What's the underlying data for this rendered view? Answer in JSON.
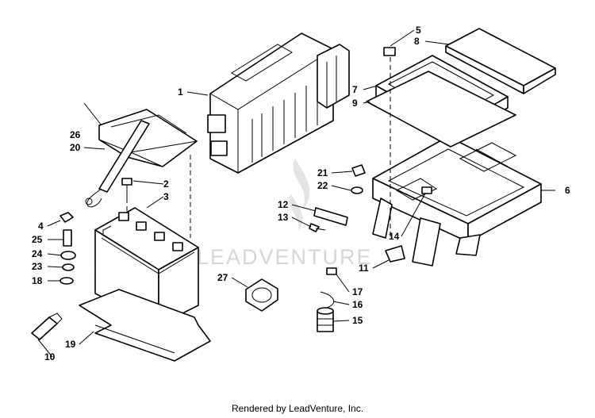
{
  "watermark": "LEADVENTURE",
  "footer": "Rendered by LeadVenture, Inc.",
  "callouts": [
    {
      "id": "c1",
      "label": "1"
    },
    {
      "id": "c2",
      "label": "2"
    },
    {
      "id": "c3",
      "label": "3"
    },
    {
      "id": "c4",
      "label": "4"
    },
    {
      "id": "c5",
      "label": "5"
    },
    {
      "id": "c6",
      "label": "6"
    },
    {
      "id": "c7",
      "label": "7"
    },
    {
      "id": "c8",
      "label": "8"
    },
    {
      "id": "c9",
      "label": "9"
    },
    {
      "id": "c10",
      "label": "10"
    },
    {
      "id": "c11",
      "label": "11"
    },
    {
      "id": "c12",
      "label": "12"
    },
    {
      "id": "c13",
      "label": "13"
    },
    {
      "id": "c14",
      "label": "14"
    },
    {
      "id": "c15",
      "label": "15"
    },
    {
      "id": "c16",
      "label": "16"
    },
    {
      "id": "c17",
      "label": "17"
    },
    {
      "id": "c18",
      "label": "18"
    },
    {
      "id": "c19",
      "label": "19"
    },
    {
      "id": "c20",
      "label": "20"
    },
    {
      "id": "c21",
      "label": "21"
    },
    {
      "id": "c22",
      "label": "22"
    },
    {
      "id": "c23",
      "label": "23"
    },
    {
      "id": "c24",
      "label": "24"
    },
    {
      "id": "c25",
      "label": "25"
    },
    {
      "id": "c26",
      "label": "26"
    },
    {
      "id": "c27",
      "label": "27"
    }
  ]
}
